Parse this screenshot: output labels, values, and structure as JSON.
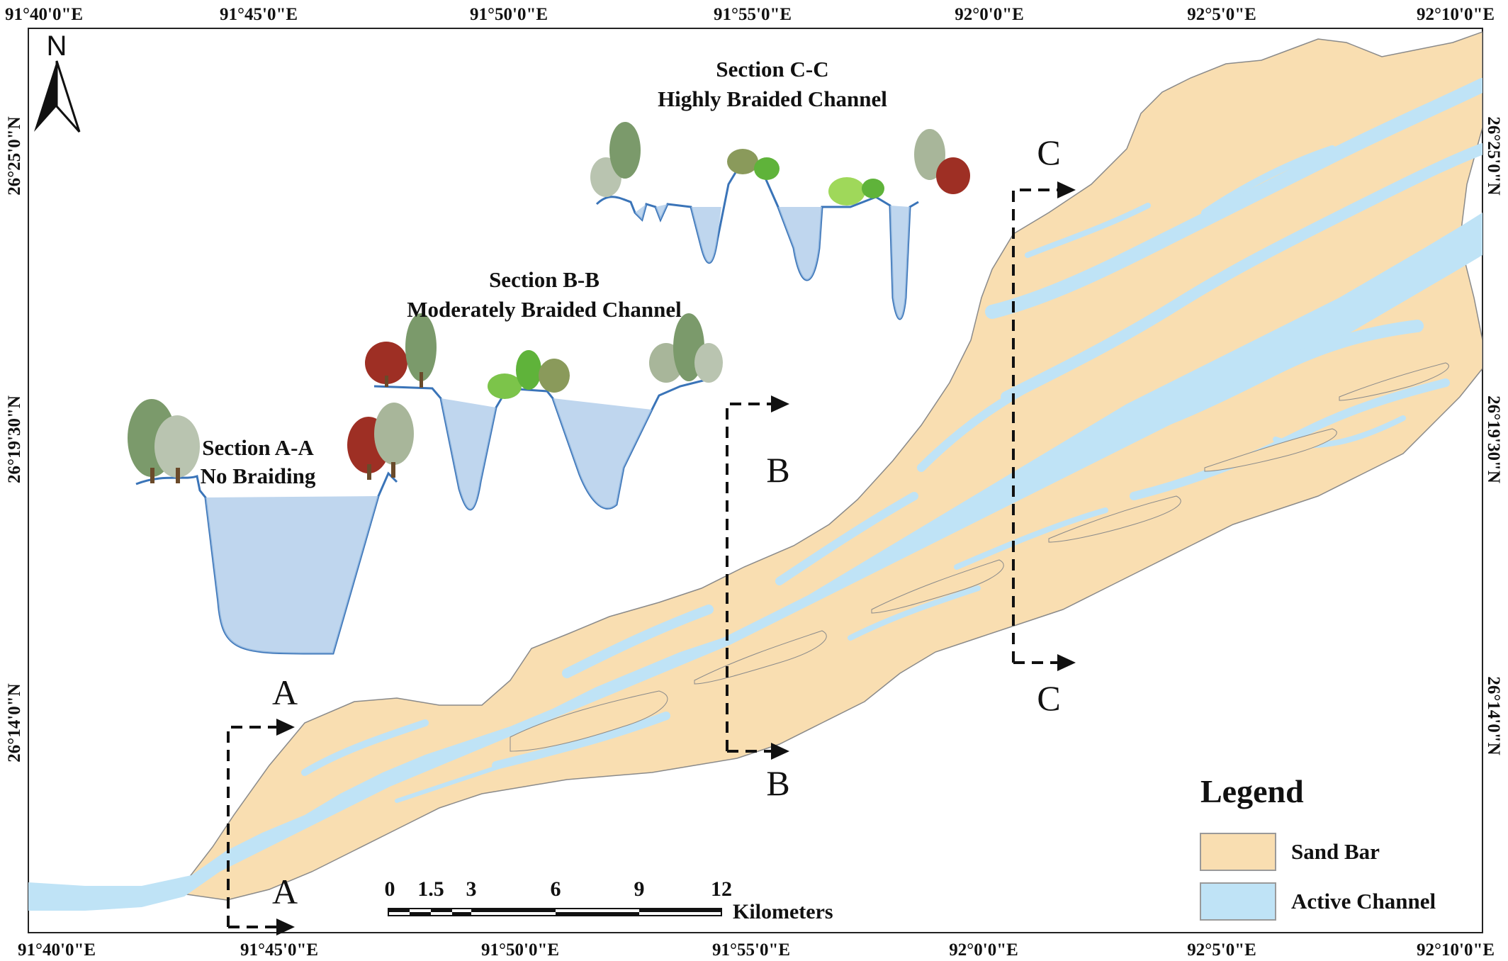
{
  "colors": {
    "sand_bar": "#f9deb1",
    "active_channel": "#bfe3f6",
    "section_fill": "#a9c8e8",
    "section_line": "#3a74b8",
    "frame": "#222222"
  },
  "north_arrow": {
    "label": "N",
    "icon": "north-arrow-icon"
  },
  "longitude_labels": [
    "91°40'0\"E",
    "91°45'0\"E",
    "91°50'0\"E",
    "91°55'0\"E",
    "92°0'0\"E",
    "92°5'0\"E",
    "92°10'0\"E"
  ],
  "latitude_labels": [
    "26°25'0\"N",
    "26°19'30\"N",
    "26°14'0\"N"
  ],
  "sections": [
    {
      "id": "A",
      "title_line1": "Section A-A",
      "title_line2": "No Braiding",
      "letter_top": "A",
      "letter_bottom": "A"
    },
    {
      "id": "B",
      "title_line1": "Section B-B",
      "title_line2": "Moderately Braided Channel",
      "letter_top": "B",
      "letter_bottom": "B"
    },
    {
      "id": "C",
      "title_line1": "Section C-C",
      "title_line2": "Highly Braided Channel",
      "letter_top": "C",
      "letter_bottom": "C"
    }
  ],
  "legend": {
    "title": "Legend",
    "items": [
      {
        "label": "Sand Bar",
        "color": "#f9deb1"
      },
      {
        "label": "Active Channel",
        "color": "#bfe3f6"
      }
    ]
  },
  "scale_bar": {
    "ticks": [
      "0",
      "1.5",
      "3",
      "6",
      "9",
      "12"
    ],
    "unit": "Kilometers"
  }
}
